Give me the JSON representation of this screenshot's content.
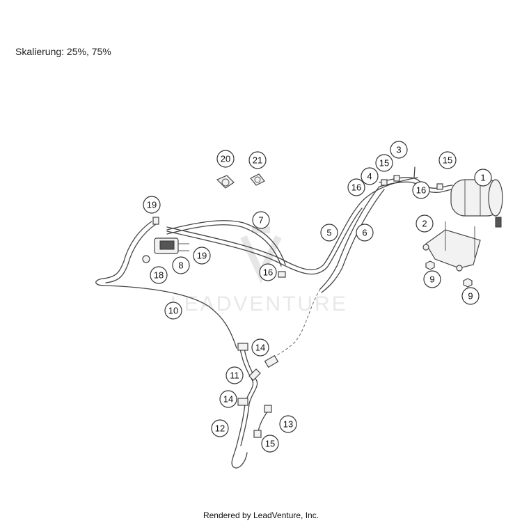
{
  "caption": "Skalierung: 25%, 75%",
  "footer": "Rendered by LeadVenture, Inc.",
  "watermark_text": "LEADVENTURE",
  "callouts": [
    {
      "label": "1"
    },
    {
      "label": "2"
    },
    {
      "label": "3"
    },
    {
      "label": "4"
    },
    {
      "label": "15"
    },
    {
      "label": "15"
    },
    {
      "label": "16"
    },
    {
      "label": "16"
    },
    {
      "label": "5"
    },
    {
      "label": "6"
    },
    {
      "label": "7"
    },
    {
      "label": "9"
    },
    {
      "label": "9"
    },
    {
      "label": "19"
    },
    {
      "label": "19"
    },
    {
      "label": "8"
    },
    {
      "label": "18"
    },
    {
      "label": "16"
    },
    {
      "label": "20"
    },
    {
      "label": "21"
    },
    {
      "label": "10"
    },
    {
      "label": "14"
    },
    {
      "label": "11"
    },
    {
      "label": "14"
    },
    {
      "label": "12"
    },
    {
      "label": "13"
    },
    {
      "label": "15"
    }
  ]
}
